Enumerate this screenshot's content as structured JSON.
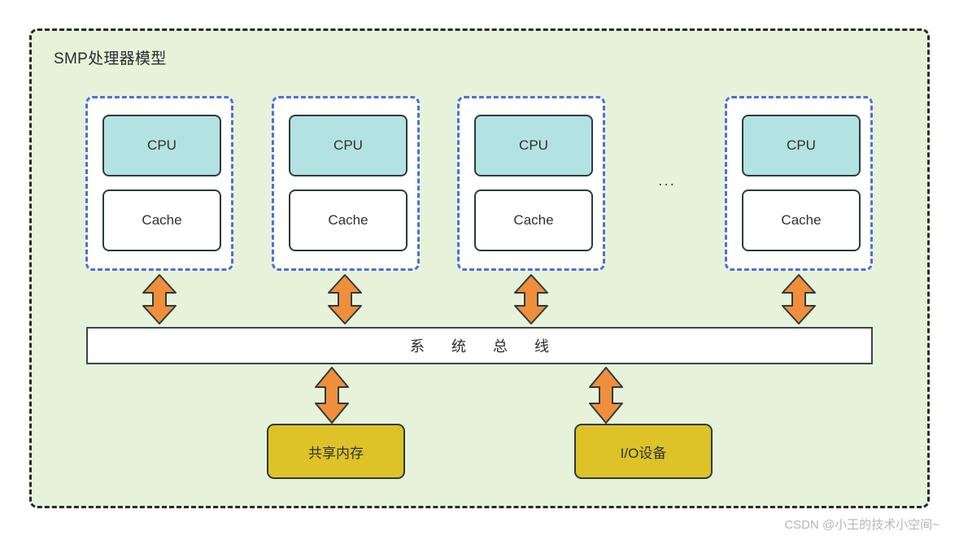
{
  "diagram": {
    "title": "SMP处理器模型",
    "background_color": "#e6f3da",
    "border_color": "#2b2b2b",
    "core_groups": [
      {
        "cpu_label": "CPU",
        "cache_label": "Cache"
      },
      {
        "cpu_label": "CPU",
        "cache_label": "Cache"
      },
      {
        "cpu_label": "CPU",
        "cache_label": "Cache"
      },
      {
        "cpu_label": "CPU",
        "cache_label": "Cache"
      }
    ],
    "ellipsis": "...",
    "bus": {
      "label": "系 统 总 线",
      "fill": "#ffffff",
      "border": "#3c4548"
    },
    "peripherals": [
      {
        "label": "共享内存",
        "fill": "#ddc327"
      },
      {
        "label": "I/O设备",
        "fill": "#ddc327"
      }
    ],
    "colors": {
      "cpu_fill": "#b3e2e2",
      "cache_fill": "#ffffff",
      "group_border": "#4f6fd4",
      "arrow_fill": "#ef8f3c",
      "arrow_stroke": "#2f3a3c",
      "gold_fill": "#ddc327"
    }
  },
  "watermark": {
    "text": "CSDN @小王的技术小空间~"
  }
}
